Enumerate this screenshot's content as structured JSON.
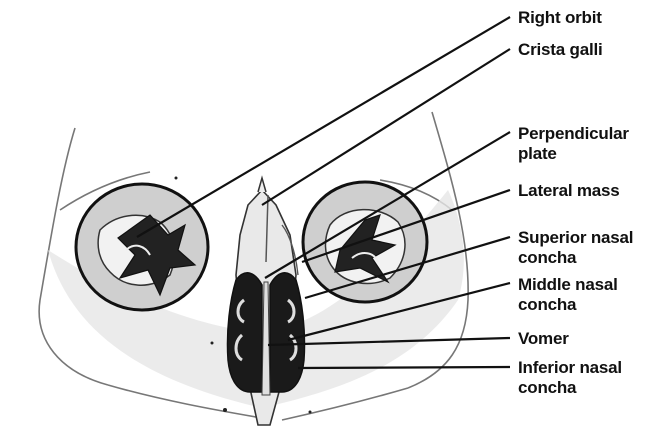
{
  "labels": {
    "right_orbit": "Right orbit",
    "crista_galli": "Crista galli",
    "perpendicular_plate": "Perpendicular plate",
    "lateral_mass": "Lateral mass",
    "superior_nasal_concha": "Superior nasal concha",
    "middle_nasal_concha": "Middle nasal concha",
    "vomer": "Vomer",
    "inferior_nasal_concha": "Inferior nasal concha"
  },
  "colors": {
    "line": "#111111",
    "bone_fill": "#d9d9d9",
    "cavity_fill": "#1a1a1a"
  }
}
